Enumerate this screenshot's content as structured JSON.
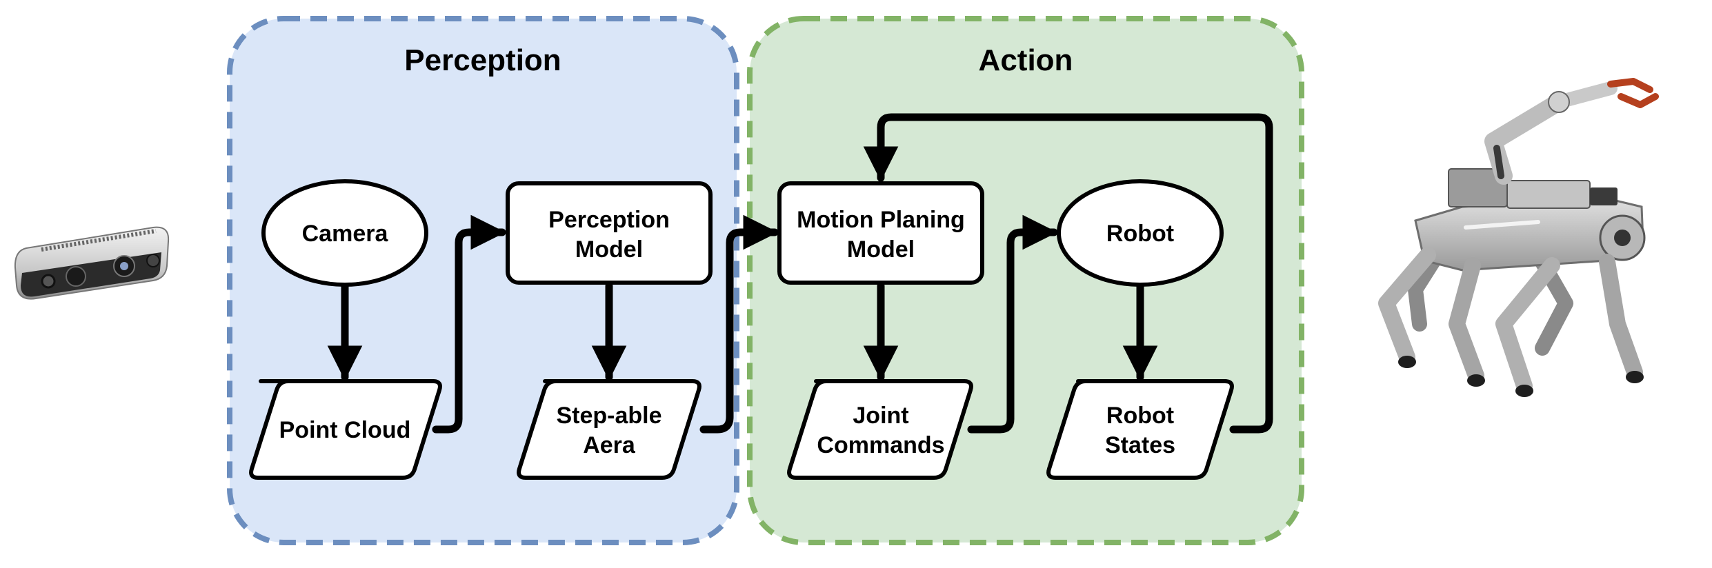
{
  "groups": {
    "perception": {
      "title": "Perception",
      "fill": "#dae6f8",
      "stroke": "#6c8ebf"
    },
    "action": {
      "title": "Action",
      "fill": "#d5e8d4",
      "stroke": "#82b366"
    }
  },
  "nodes": {
    "camera": {
      "line1": "Camera"
    },
    "point_cloud": {
      "line1": "Point Cloud"
    },
    "perception_model": {
      "line1": "Perception",
      "line2": "Model"
    },
    "stepable_area": {
      "line1": "Step-able",
      "line2": "Aera"
    },
    "motion_planning_model": {
      "line1": "Motion Planing",
      "line2": "Model"
    },
    "joint_commands": {
      "line1": "Joint",
      "line2": "Commands"
    },
    "robot": {
      "line1": "Robot"
    },
    "robot_states": {
      "line1": "Robot",
      "line2": "States"
    }
  },
  "pictures": {
    "left": "depth-camera-icon",
    "right": "quadruped-robot-with-arm-icon"
  }
}
